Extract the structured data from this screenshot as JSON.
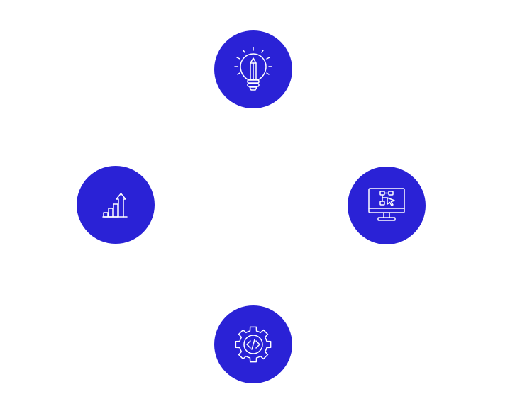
{
  "diagram": {
    "accent_color": "#2a22d6",
    "icon_color": "#ffffff",
    "nodes": [
      {
        "id": "top",
        "icon": "lightbulb-pencil-icon"
      },
      {
        "id": "right",
        "icon": "monitor-flowchart-icon"
      },
      {
        "id": "bottom",
        "icon": "gear-code-icon"
      },
      {
        "id": "left",
        "icon": "growth-chart-icon"
      }
    ]
  }
}
